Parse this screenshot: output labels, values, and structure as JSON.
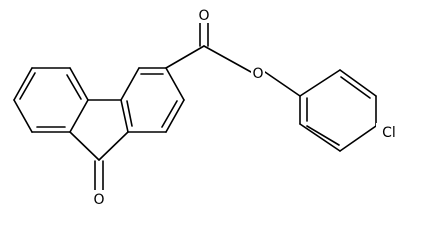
{
  "structure": {
    "atoms": {
      "carbonyl_oxygen": "O",
      "ketone_oxygen": "O",
      "ester_oxygen": "O",
      "chlorine": "Cl"
    },
    "colors": {
      "bond": "#000000",
      "background": "#ffffff"
    }
  }
}
